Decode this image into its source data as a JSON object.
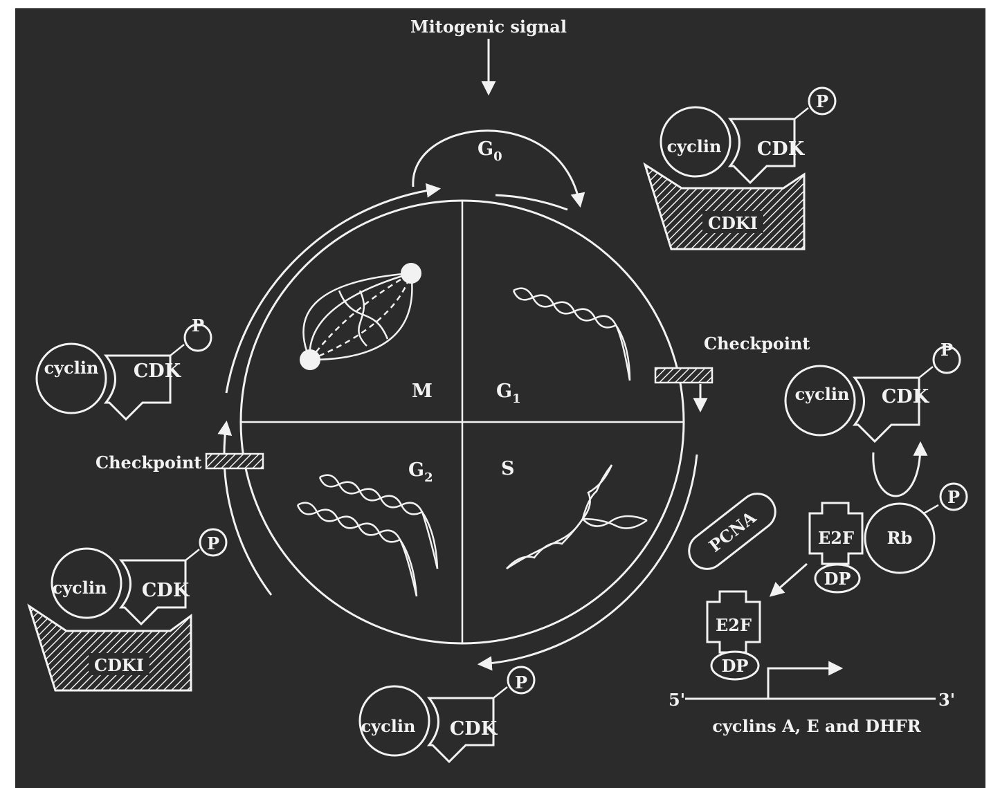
{
  "signal": {
    "label": "Mitogenic signal"
  },
  "phases": {
    "g0": "G",
    "g0_sub": "0",
    "m": "M",
    "g1": "G",
    "g1_sub": "1",
    "g2": "G",
    "g2_sub": "2",
    "s": "S"
  },
  "checkpoints": {
    "right": "Checkpoint",
    "left": "Checkpoint"
  },
  "complexes": {
    "cyclin": "cyclin",
    "cdk": "CDK",
    "p": "P",
    "cdki": "CDKI"
  },
  "pathway": {
    "pcna": "PCNA",
    "e2f": "E2F",
    "dp": "DP",
    "rb": "Rb",
    "five_prime": "5'",
    "three_prime": "3'",
    "genes": "cyclins A, E and DHFR"
  },
  "colors": {
    "background": "#2b2b2b",
    "foreground": "#f2f2f2"
  }
}
